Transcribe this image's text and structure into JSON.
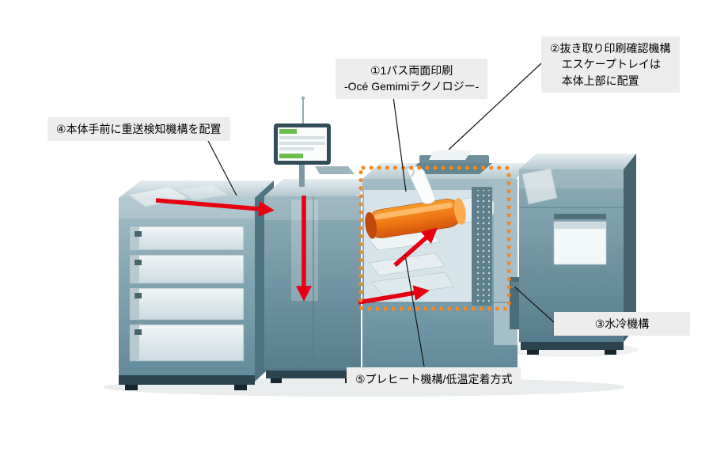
{
  "labels": {
    "l1": {
      "lines": [
        "①1パス両面印刷",
        "-Océ Gemimiテクノロジー-"
      ]
    },
    "l2": {
      "lines": [
        "②抜き取り印刷確認機構",
        "エスケープトレイは",
        "本体上部に配置"
      ]
    },
    "l3": {
      "text": "③水冷機構"
    },
    "l4": {
      "text": "④本体手前に重送検知機構を配置"
    },
    "l5": {
      "text": "⑤プレヒート機構/低温定着方式"
    }
  },
  "colors": {
    "label_background": "#ededed",
    "paper_path_red": "#e60012",
    "highlight_orange": "#f5881f",
    "drum_orange": "#f08018",
    "machine_teal": "#7da3b0"
  }
}
